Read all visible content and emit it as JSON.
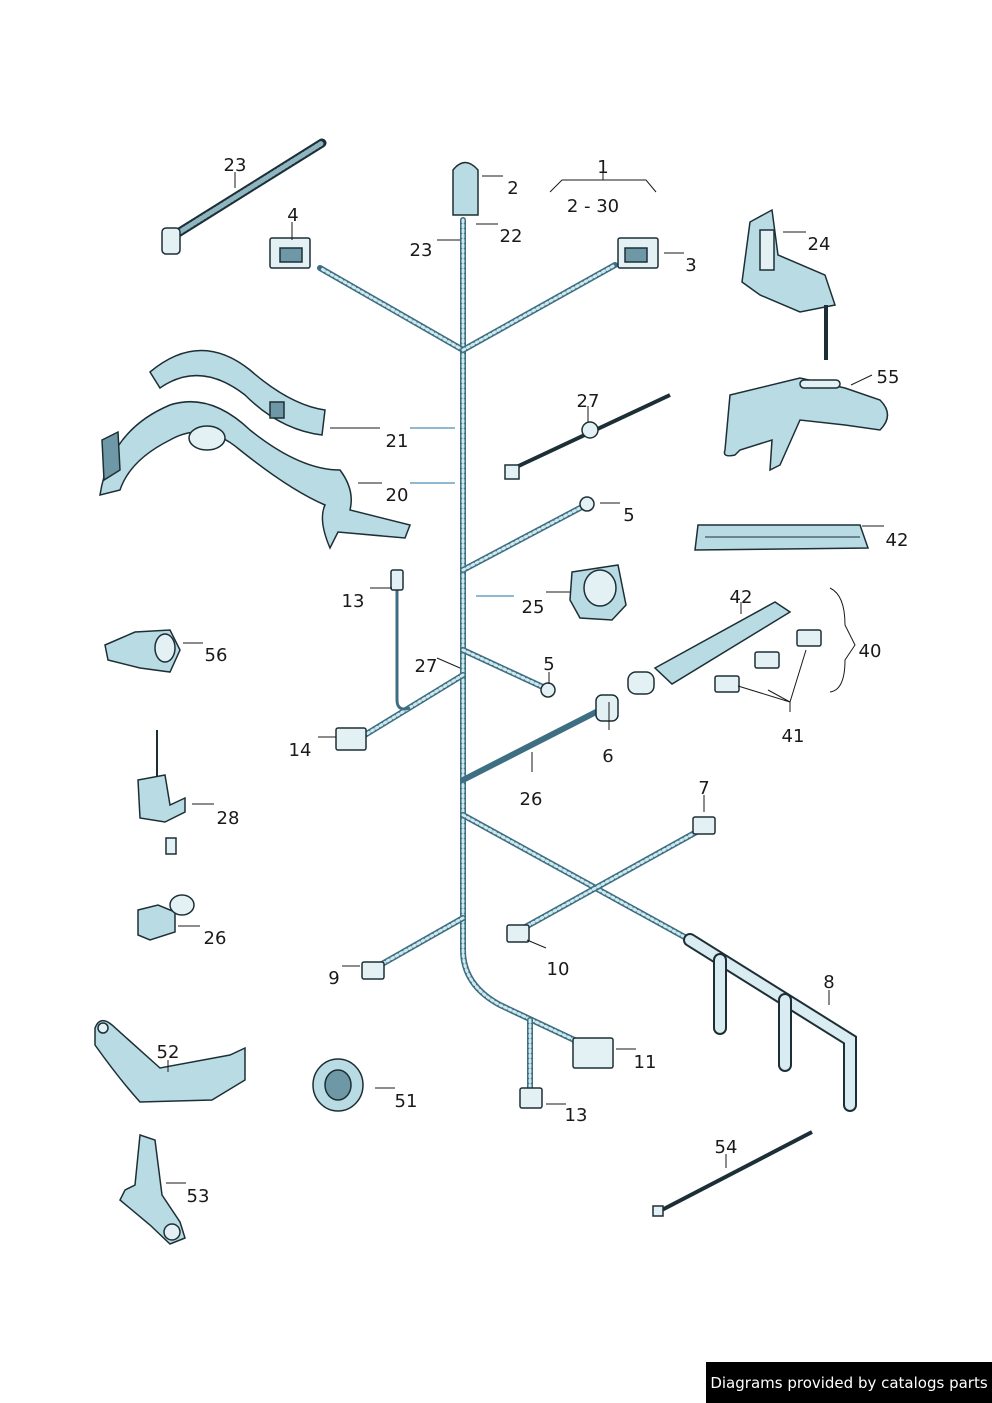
{
  "callouts": {
    "c1": "1",
    "c2_30": "2 - 30",
    "c2": "2",
    "c3": "3",
    "c4": "4",
    "c5a": "5",
    "c5b": "5",
    "c6": "6",
    "c7": "7",
    "c8": "8",
    "c9": "9",
    "c10": "10",
    "c11": "11",
    "c13a": "13",
    "c13b": "13",
    "c14": "14",
    "c20": "20",
    "c21": "21",
    "c22": "22",
    "c23a": "23",
    "c23b": "23",
    "c24": "24",
    "c25": "25",
    "c26a": "26",
    "c26b": "26",
    "c27a": "27",
    "c27b": "27",
    "c28": "28",
    "c40": "40",
    "c41": "41",
    "c42a": "42",
    "c42b": "42",
    "c51": "51",
    "c52": "52",
    "c53": "53",
    "c54": "54",
    "c55": "55",
    "c56": "56"
  },
  "footer": {
    "credit": "Diagrams provided by catalogs parts"
  },
  "colors": {
    "part_fill": "#b9dbe3",
    "wire": "#3d6e82",
    "outline": "#1d2f36",
    "credit_bg": "#000000"
  }
}
